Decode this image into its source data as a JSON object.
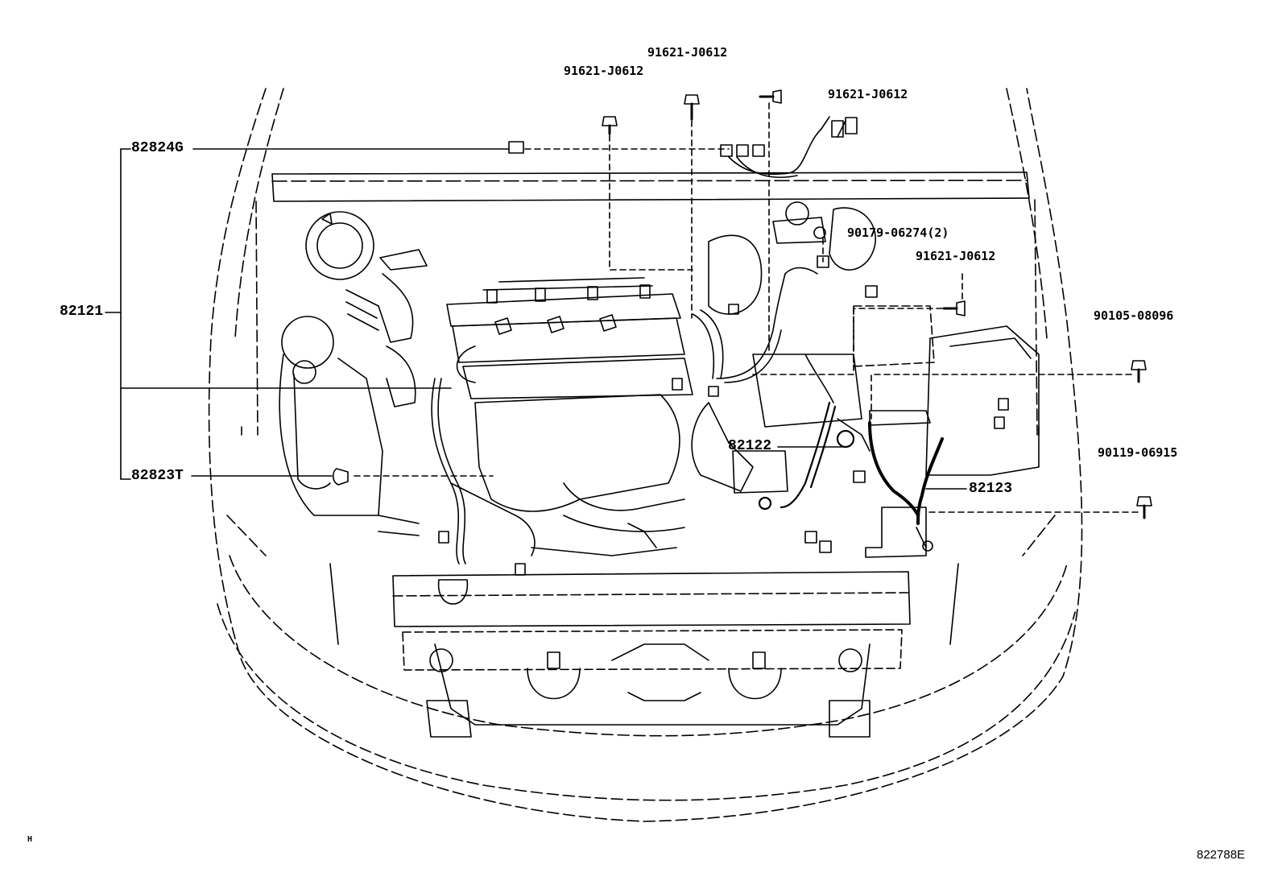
{
  "callouts": {
    "bolt_top_center": "91621-J0612",
    "bolt_top_left": "91621-J0612",
    "bolt_top_right": "91621-J0612",
    "clamp": "82824G",
    "harness_main": "82121",
    "nut": "90179-06274(2)",
    "bolt_right": "91621-J0612",
    "bolt_battery": "90105-08096",
    "cable_ground": "82122",
    "bolt_lower": "90119-06915",
    "cable_battery": "82123",
    "clamp_lower": "82823T"
  },
  "corner_marks": {
    "bottom_left": "H",
    "figure_code": "822788E"
  },
  "colors": {
    "ink": "#000000",
    "paper": "#ffffff"
  }
}
